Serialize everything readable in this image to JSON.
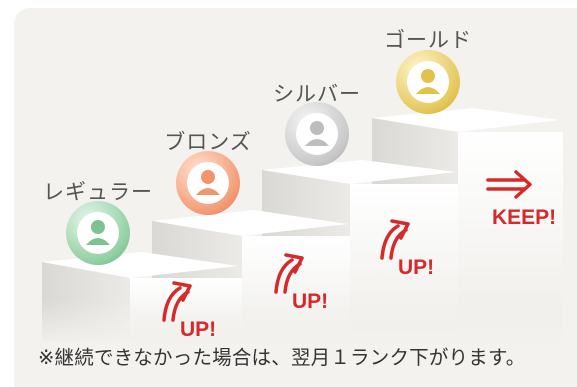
{
  "tiers": [
    {
      "label": "レギュラー",
      "color": "#7cc48f",
      "icon": "user-icon"
    },
    {
      "label": "ブロンズ",
      "color": "#f0956c",
      "icon": "user-icon"
    },
    {
      "label": "シルバー",
      "color": "#bdbdbd",
      "icon": "user-icon"
    },
    {
      "label": "ゴールド",
      "color": "#e2c24f",
      "icon": "user-icon"
    }
  ],
  "transitions": [
    {
      "label": "UP!",
      "icon": "curved-up-arrow-icon"
    },
    {
      "label": "UP!",
      "icon": "curved-up-arrow-icon"
    },
    {
      "label": "UP!",
      "icon": "curved-up-arrow-icon"
    }
  ],
  "keep": {
    "label": "KEEP!",
    "icon": "double-right-arrow-icon"
  },
  "accent_color": "#d62a2a",
  "footnote": "※継続できなかった場合は、翌月１ランク下がります。"
}
